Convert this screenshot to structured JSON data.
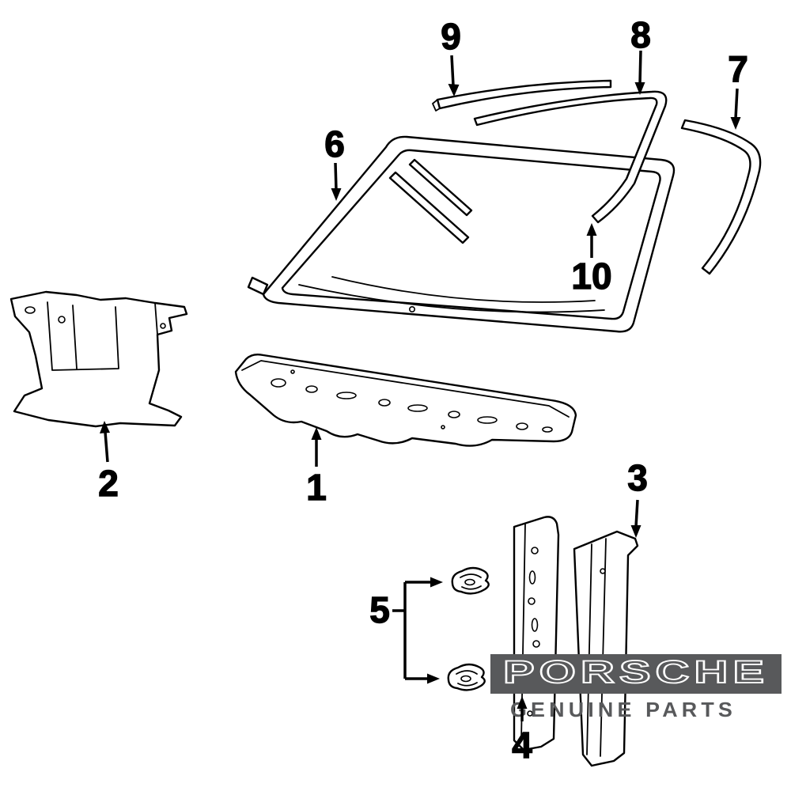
{
  "diagram": {
    "callouts": [
      "1",
      "2",
      "3",
      "4",
      "5",
      "6",
      "7",
      "8",
      "9",
      "10"
    ]
  },
  "brand": {
    "logo": "PORSCHE",
    "subtitle": "GENUINE PARTS",
    "band_color": "#58595b",
    "logo_stroke": "#ffffff",
    "subtitle_color": "#58595b"
  },
  "colors": {
    "line": "#000000",
    "background": "#ffffff"
  }
}
